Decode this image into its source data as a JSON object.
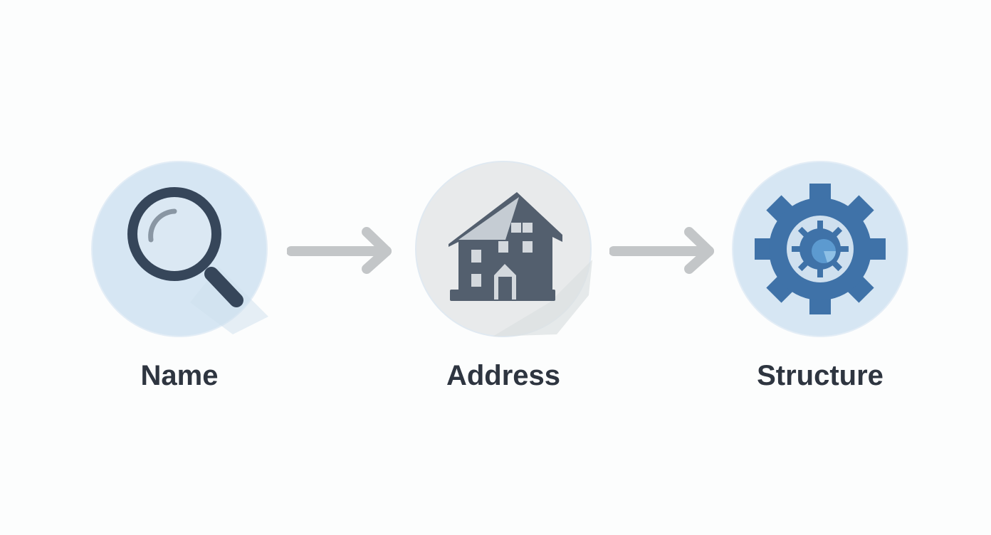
{
  "steps": [
    {
      "label": "Name",
      "icon": "magnifying-glass-icon",
      "circle_color": "#d6e6f3"
    },
    {
      "label": "Address",
      "icon": "house-icon",
      "circle_color": "#e8eaeb"
    },
    {
      "label": "Structure",
      "icon": "gear-icon",
      "circle_color": "#d6e6f3"
    }
  ],
  "colors": {
    "icon_dark": "#3d4b5c",
    "gear_blue": "#3f72a8",
    "arrow": "#c3c6c8",
    "text": "#2e3540"
  }
}
